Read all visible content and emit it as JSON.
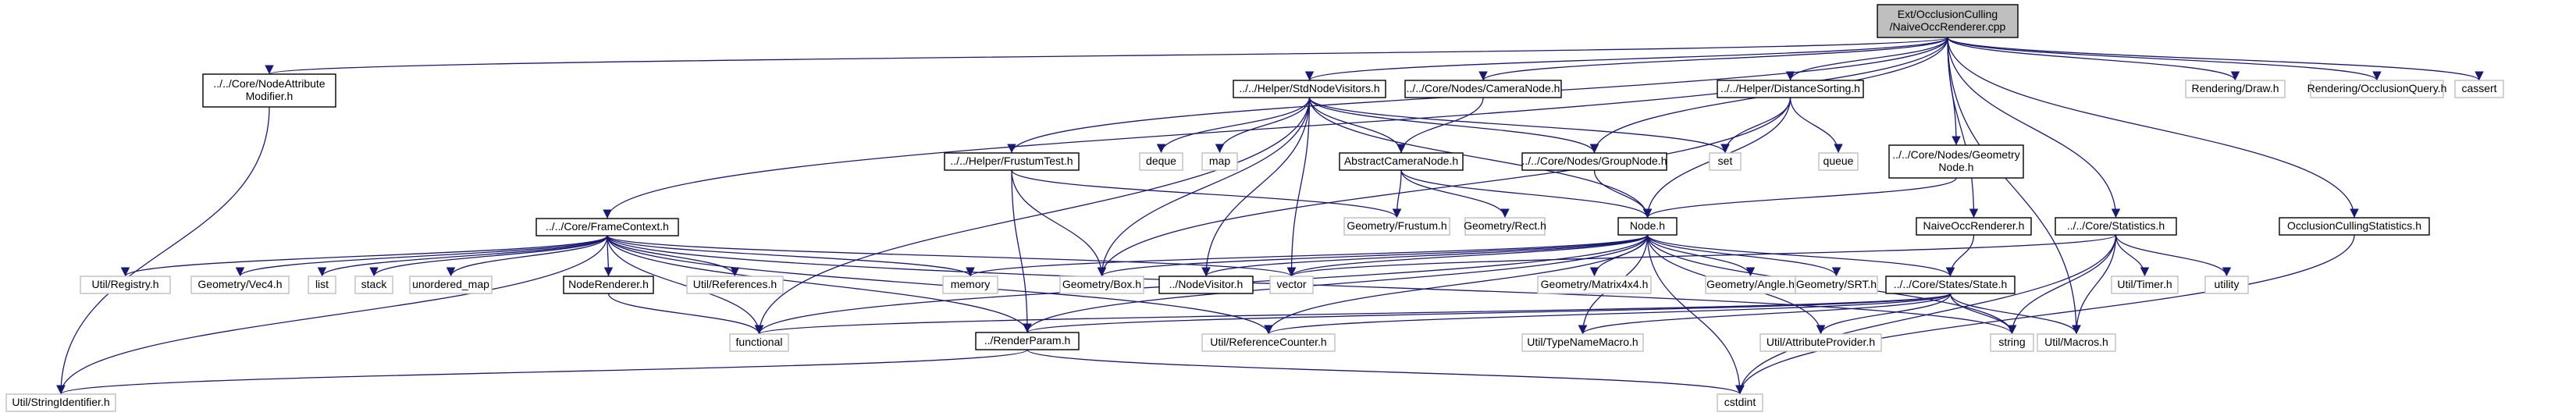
{
  "graph": {
    "title": "",
    "colors": {
      "edge": "#191970",
      "highlight_fill": "#bfbfbf",
      "documented_border": "#000000",
      "external_border": "#bfbfbf",
      "text": "#000000"
    },
    "nodes": [
      {
        "id": "root",
        "lines": [
          "Ext/OcclusionCulling",
          "/NaiveOccRenderer.cpp"
        ],
        "kind": "highlight"
      },
      {
        "id": "nodeattr",
        "lines": [
          "../../Core/NodeAttribute",
          "Modifier.h"
        ],
        "kind": "documented"
      },
      {
        "id": "stdvisitors",
        "lines": [
          "../../Helper/StdNodeVisitors.h"
        ],
        "kind": "documented"
      },
      {
        "id": "cameranode",
        "lines": [
          "../../Core/Nodes/CameraNode.h"
        ],
        "kind": "documented"
      },
      {
        "id": "distsort",
        "lines": [
          "../../Helper/DistanceSorting.h"
        ],
        "kind": "documented"
      },
      {
        "id": "draw",
        "lines": [
          "Rendering/Draw.h"
        ],
        "kind": "external"
      },
      {
        "id": "occquery",
        "lines": [
          "Rendering/OcclusionQuery.h"
        ],
        "kind": "external"
      },
      {
        "id": "cassert",
        "lines": [
          "cassert"
        ],
        "kind": "external"
      },
      {
        "id": "frustumtest",
        "lines": [
          "../../Helper/FrustumTest.h"
        ],
        "kind": "documented"
      },
      {
        "id": "deque",
        "lines": [
          "deque"
        ],
        "kind": "external"
      },
      {
        "id": "map",
        "lines": [
          "map"
        ],
        "kind": "external"
      },
      {
        "id": "abscam",
        "lines": [
          "AbstractCameraNode.h"
        ],
        "kind": "documented"
      },
      {
        "id": "groupnode",
        "lines": [
          "../../Core/Nodes/GroupNode.h"
        ],
        "kind": "documented"
      },
      {
        "id": "set",
        "lines": [
          "set"
        ],
        "kind": "external"
      },
      {
        "id": "queue",
        "lines": [
          "queue"
        ],
        "kind": "external"
      },
      {
        "id": "geomnode",
        "lines": [
          "../../Core/Nodes/Geometry",
          "Node.h"
        ],
        "kind": "documented"
      },
      {
        "id": "naiveh",
        "lines": [
          "NaiveOccRenderer.h"
        ],
        "kind": "documented"
      },
      {
        "id": "stats",
        "lines": [
          "../../Core/Statistics.h"
        ],
        "kind": "documented"
      },
      {
        "id": "occstats",
        "lines": [
          "OcclusionCullingStatistics.h"
        ],
        "kind": "documented"
      },
      {
        "id": "framectx",
        "lines": [
          "../../Core/FrameContext.h"
        ],
        "kind": "documented"
      },
      {
        "id": "frustum",
        "lines": [
          "Geometry/Frustum.h"
        ],
        "kind": "external"
      },
      {
        "id": "rect",
        "lines": [
          "Geometry/Rect.h"
        ],
        "kind": "external"
      },
      {
        "id": "node",
        "lines": [
          "Node.h"
        ],
        "kind": "documented"
      },
      {
        "id": "registry",
        "lines": [
          "Util/Registry.h"
        ],
        "kind": "external"
      },
      {
        "id": "vec4",
        "lines": [
          "Geometry/Vec4.h"
        ],
        "kind": "external"
      },
      {
        "id": "list",
        "lines": [
          "list"
        ],
        "kind": "external"
      },
      {
        "id": "stack",
        "lines": [
          "stack"
        ],
        "kind": "external"
      },
      {
        "id": "umap",
        "lines": [
          "unordered_map"
        ],
        "kind": "external"
      },
      {
        "id": "noderend",
        "lines": [
          "NodeRenderer.h"
        ],
        "kind": "documented"
      },
      {
        "id": "refs",
        "lines": [
          "Util/References.h"
        ],
        "kind": "external"
      },
      {
        "id": "memory",
        "lines": [
          "memory"
        ],
        "kind": "external"
      },
      {
        "id": "box",
        "lines": [
          "Geometry/Box.h"
        ],
        "kind": "external"
      },
      {
        "id": "nodevisitor",
        "lines": [
          "../NodeVisitor.h"
        ],
        "kind": "documented"
      },
      {
        "id": "vector",
        "lines": [
          "vector"
        ],
        "kind": "external"
      },
      {
        "id": "matrix",
        "lines": [
          "Geometry/Matrix4x4.h"
        ],
        "kind": "external"
      },
      {
        "id": "angle",
        "lines": [
          "Geometry/Angle.h"
        ],
        "kind": "external"
      },
      {
        "id": "srt",
        "lines": [
          "Geometry/SRT.h"
        ],
        "kind": "external"
      },
      {
        "id": "state",
        "lines": [
          "../../Core/States/State.h"
        ],
        "kind": "documented"
      },
      {
        "id": "timer",
        "lines": [
          "Util/Timer.h"
        ],
        "kind": "external"
      },
      {
        "id": "utility",
        "lines": [
          "utility"
        ],
        "kind": "external"
      },
      {
        "id": "functional",
        "lines": [
          "functional"
        ],
        "kind": "external"
      },
      {
        "id": "renderparam",
        "lines": [
          "../RenderParam.h"
        ],
        "kind": "documented"
      },
      {
        "id": "refcounter",
        "lines": [
          "Util/ReferenceCounter.h"
        ],
        "kind": "external"
      },
      {
        "id": "typename",
        "lines": [
          "Util/TypeNameMacro.h"
        ],
        "kind": "external"
      },
      {
        "id": "attrprov",
        "lines": [
          "Util/AttributeProvider.h"
        ],
        "kind": "external"
      },
      {
        "id": "string",
        "lines": [
          "string"
        ],
        "kind": "external"
      },
      {
        "id": "macros",
        "lines": [
          "Util/Macros.h"
        ],
        "kind": "external"
      },
      {
        "id": "strid",
        "lines": [
          "Util/StringIdentifier.h"
        ],
        "kind": "external"
      },
      {
        "id": "cstdint",
        "lines": [
          "cstdint"
        ],
        "kind": "external"
      }
    ],
    "edges": [
      [
        "root",
        "nodeattr"
      ],
      [
        "root",
        "stdvisitors"
      ],
      [
        "root",
        "cameranode"
      ],
      [
        "root",
        "distsort"
      ],
      [
        "root",
        "draw"
      ],
      [
        "root",
        "occquery"
      ],
      [
        "root",
        "cassert"
      ],
      [
        "root",
        "frustumtest"
      ],
      [
        "root",
        "groupnode"
      ],
      [
        "root",
        "geomnode"
      ],
      [
        "root",
        "naiveh"
      ],
      [
        "root",
        "stats"
      ],
      [
        "root",
        "occstats"
      ],
      [
        "root",
        "framectx"
      ],
      [
        "root",
        "macros"
      ],
      [
        "nodeattr",
        "strid"
      ],
      [
        "stdvisitors",
        "deque"
      ],
      [
        "stdvisitors",
        "map"
      ],
      [
        "stdvisitors",
        "abscam"
      ],
      [
        "stdvisitors",
        "groupnode"
      ],
      [
        "stdvisitors",
        "set"
      ],
      [
        "stdvisitors",
        "functional"
      ],
      [
        "stdvisitors",
        "box"
      ],
      [
        "stdvisitors",
        "nodevisitor"
      ],
      [
        "stdvisitors",
        "vector"
      ],
      [
        "stdvisitors",
        "node"
      ],
      [
        "cameranode",
        "abscam"
      ],
      [
        "distsort",
        "set"
      ],
      [
        "distsort",
        "queue"
      ],
      [
        "distsort",
        "node"
      ],
      [
        "distsort",
        "box"
      ],
      [
        "frustumtest",
        "frustum"
      ],
      [
        "frustumtest",
        "box"
      ],
      [
        "frustumtest",
        "renderparam"
      ],
      [
        "abscam",
        "frustum"
      ],
      [
        "abscam",
        "rect"
      ],
      [
        "abscam",
        "node"
      ],
      [
        "groupnode",
        "node"
      ],
      [
        "geomnode",
        "node"
      ],
      [
        "naiveh",
        "state"
      ],
      [
        "stats",
        "vector"
      ],
      [
        "stats",
        "timer"
      ],
      [
        "stats",
        "utility"
      ],
      [
        "stats",
        "string"
      ],
      [
        "stats",
        "cstdint"
      ],
      [
        "stats",
        "macros"
      ],
      [
        "occstats",
        "cstdint"
      ],
      [
        "framectx",
        "registry"
      ],
      [
        "framectx",
        "vec4"
      ],
      [
        "framectx",
        "list"
      ],
      [
        "framectx",
        "stack"
      ],
      [
        "framectx",
        "umap"
      ],
      [
        "framectx",
        "noderend"
      ],
      [
        "framectx",
        "refs"
      ],
      [
        "framectx",
        "memory"
      ],
      [
        "framectx",
        "vector"
      ],
      [
        "framectx",
        "functional"
      ],
      [
        "framectx",
        "renderparam"
      ],
      [
        "framectx",
        "refcounter"
      ],
      [
        "framectx",
        "string"
      ],
      [
        "framectx",
        "strid"
      ],
      [
        "noderend",
        "functional"
      ],
      [
        "node",
        "memory"
      ],
      [
        "node",
        "box"
      ],
      [
        "node",
        "nodevisitor"
      ],
      [
        "node",
        "vector"
      ],
      [
        "node",
        "matrix"
      ],
      [
        "node",
        "angle"
      ],
      [
        "node",
        "srt"
      ],
      [
        "node",
        "state"
      ],
      [
        "node",
        "string"
      ],
      [
        "node",
        "functional"
      ],
      [
        "node",
        "refcounter"
      ],
      [
        "node",
        "typename"
      ],
      [
        "node",
        "attrprov"
      ],
      [
        "node",
        "cstdint"
      ],
      [
        "node",
        "renderparam"
      ],
      [
        "state",
        "renderparam"
      ],
      [
        "state",
        "functional"
      ],
      [
        "state",
        "refcounter"
      ],
      [
        "state",
        "typename"
      ],
      [
        "state",
        "attrprov"
      ],
      [
        "state",
        "string"
      ],
      [
        "state",
        "macros"
      ],
      [
        "renderparam",
        "strid"
      ],
      [
        "renderparam",
        "cstdint"
      ]
    ]
  }
}
